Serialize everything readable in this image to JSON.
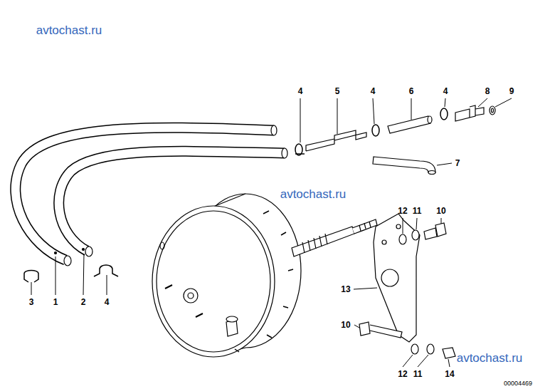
{
  "diagram": {
    "labels": [
      "avtochast.ru",
      "4",
      "5",
      "4",
      "6",
      "4",
      "8",
      "9",
      "7",
      "avtochast.ru",
      "12",
      "11",
      "10",
      "13",
      "3",
      "1",
      "2",
      "4",
      "10",
      "avtochast.ru",
      "12",
      "11",
      "14",
      "00004469"
    ]
  }
}
